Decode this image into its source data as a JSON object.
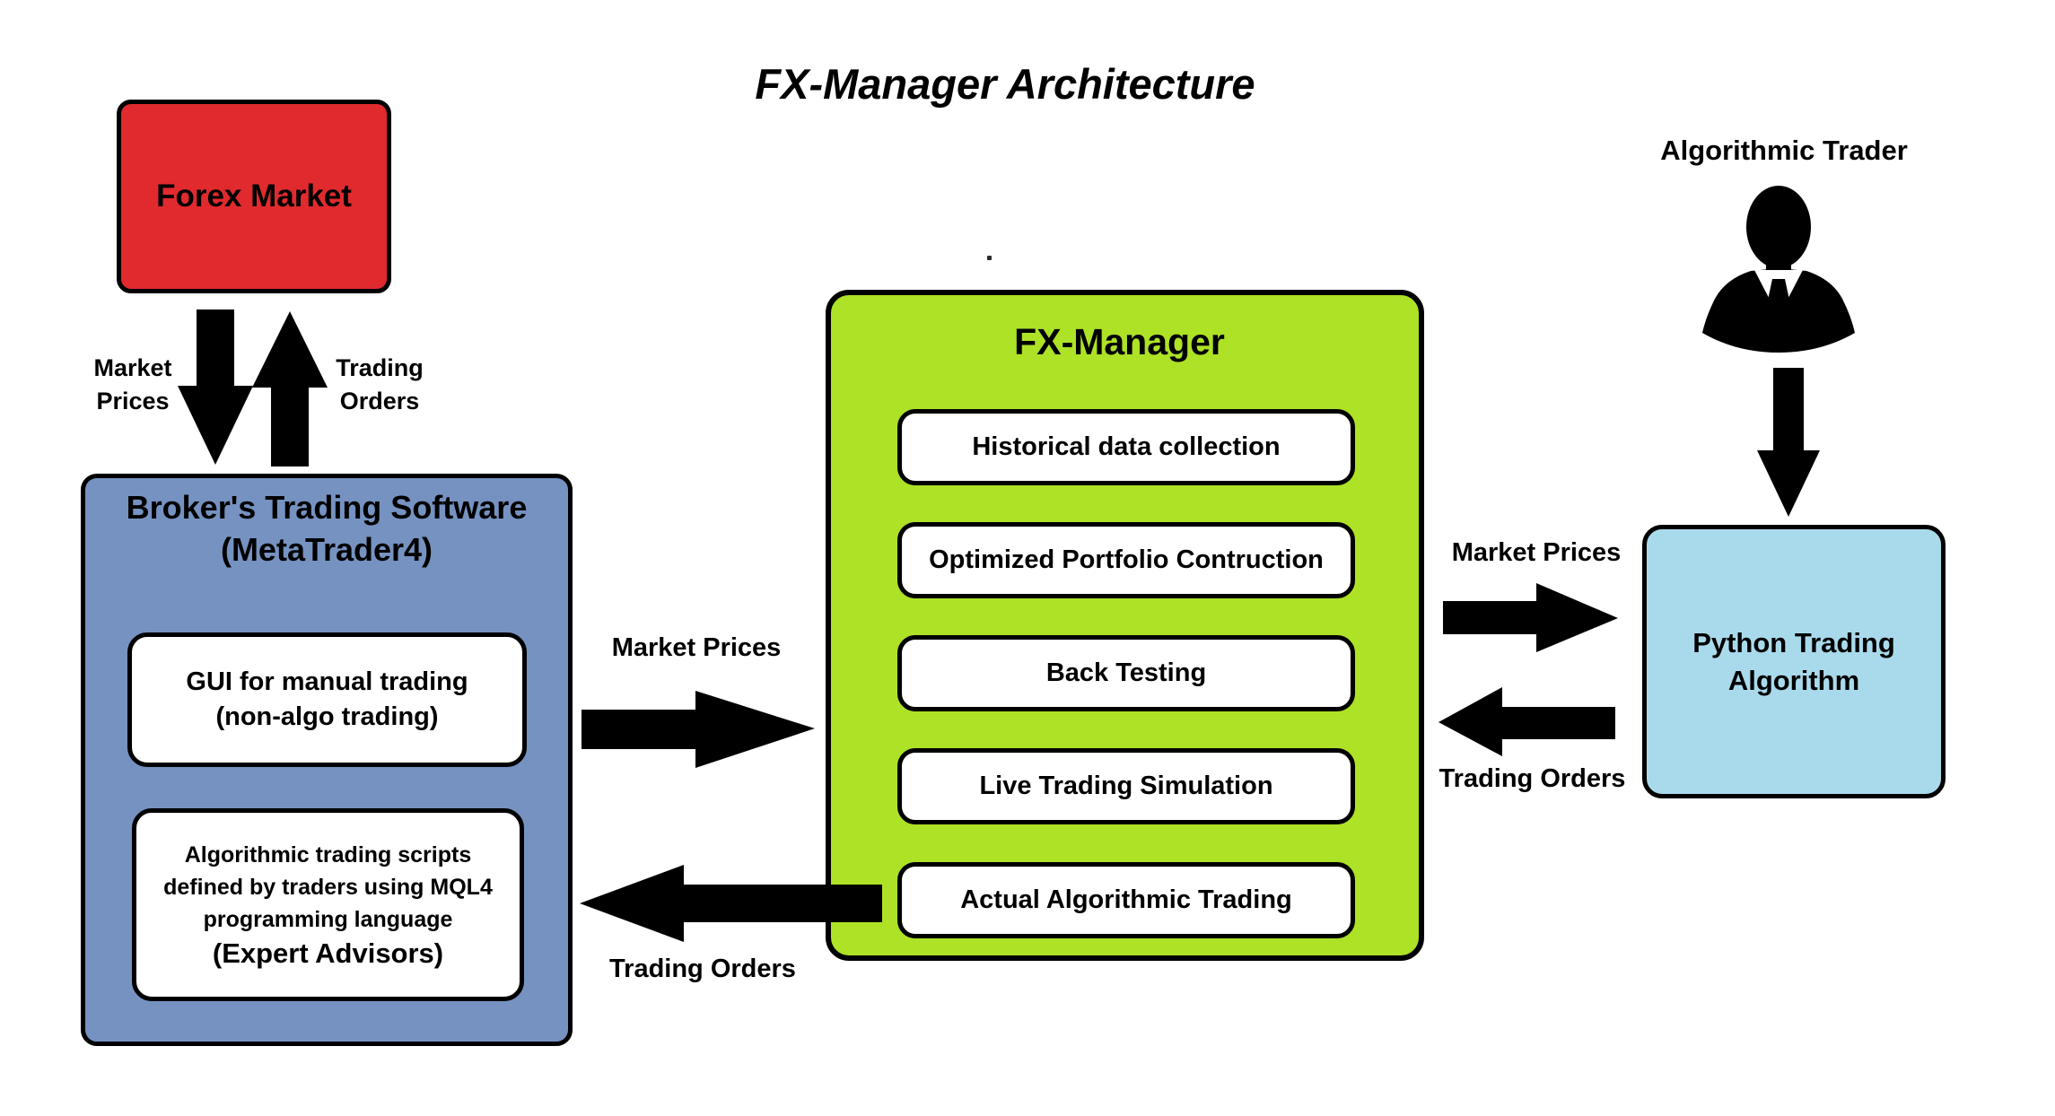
{
  "title": "FX-Manager Architecture",
  "colors": {
    "red": "#E12A2E",
    "blue": "#7592C1",
    "green": "#ADE226",
    "light_blue": "#A9DAEB",
    "black": "#000000",
    "white": "#FFFFFF"
  },
  "icons": {
    "trader": "businessman-icon",
    "flow": "block-arrow-icon"
  },
  "nodes": {
    "forex_market": {
      "label": "Forex Market"
    },
    "broker": {
      "title": "Broker's Trading Software",
      "subtitle": "(MetaTrader4)",
      "gui": {
        "line1": "GUI for manual trading",
        "line2": "(non-algo trading)"
      },
      "scripts": {
        "line1": "Algorithmic trading scripts",
        "line2": "defined by traders using MQL4",
        "line3": "programming language",
        "line4": "(Expert Advisors)"
      }
    },
    "fx_manager": {
      "title": "FX-Manager",
      "modules": [
        "Historical data collection",
        "Optimized Portfolio Contruction",
        "Back Testing",
        "Live Trading Simulation",
        "Actual Algorithmic Trading"
      ]
    },
    "python_algorithm": {
      "label": "Python Trading Algorithm"
    },
    "trader": {
      "label": "Algorithmic Trader"
    }
  },
  "flows": {
    "forex_to_broker": {
      "line1": "Market",
      "line2": "Prices",
      "direction": "down"
    },
    "broker_to_forex": {
      "line1": "Trading",
      "line2": "Orders",
      "direction": "up"
    },
    "broker_to_fx": {
      "label": "Market Prices",
      "direction": "right"
    },
    "fx_to_broker": {
      "label": "Trading Orders",
      "direction": "left"
    },
    "fx_to_python": {
      "label": "Market Prices",
      "direction": "right"
    },
    "python_to_fx": {
      "label": "Trading Orders",
      "direction": "left"
    },
    "trader_to_python": {
      "direction": "down"
    }
  }
}
